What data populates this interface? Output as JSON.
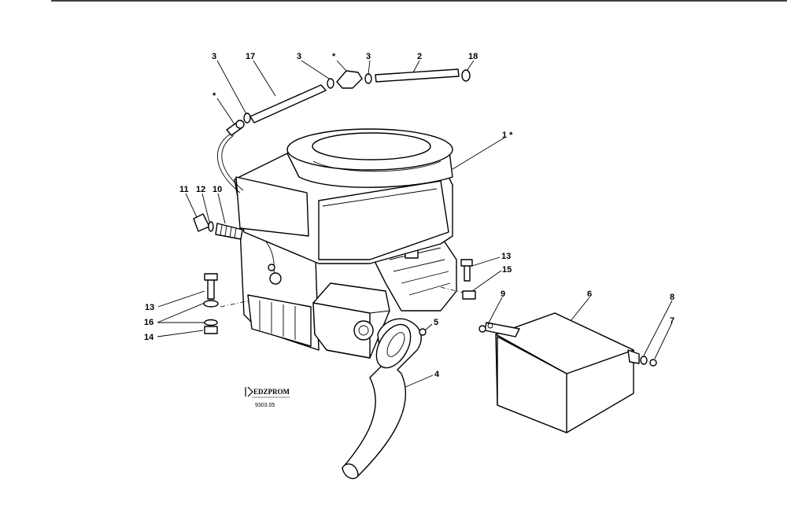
{
  "labels": {
    "hose_clamp_a": "3",
    "hose_upper": "17",
    "hose_clamp_b": "3",
    "fuel_filter_top": "*",
    "hose_clamp_c": "3",
    "hose_right": "2",
    "tank_fitting": "18",
    "fuel_fitting_left": "*",
    "engine": "1 *",
    "nut_11": "11",
    "washer_12": "12",
    "stud_10": "10",
    "bolt_13_left": "13",
    "washers_16": "16",
    "nut_14": "14",
    "bolt_13_right": "13",
    "nut_15": "15",
    "screw_5": "5",
    "exhaust_pipe": "4",
    "bolt_9": "9",
    "muffler_guard": "6",
    "washer_8": "8",
    "bolt_7": "7"
  },
  "logo": {
    "brand": "EDZPROM",
    "code": "9303.05"
  }
}
